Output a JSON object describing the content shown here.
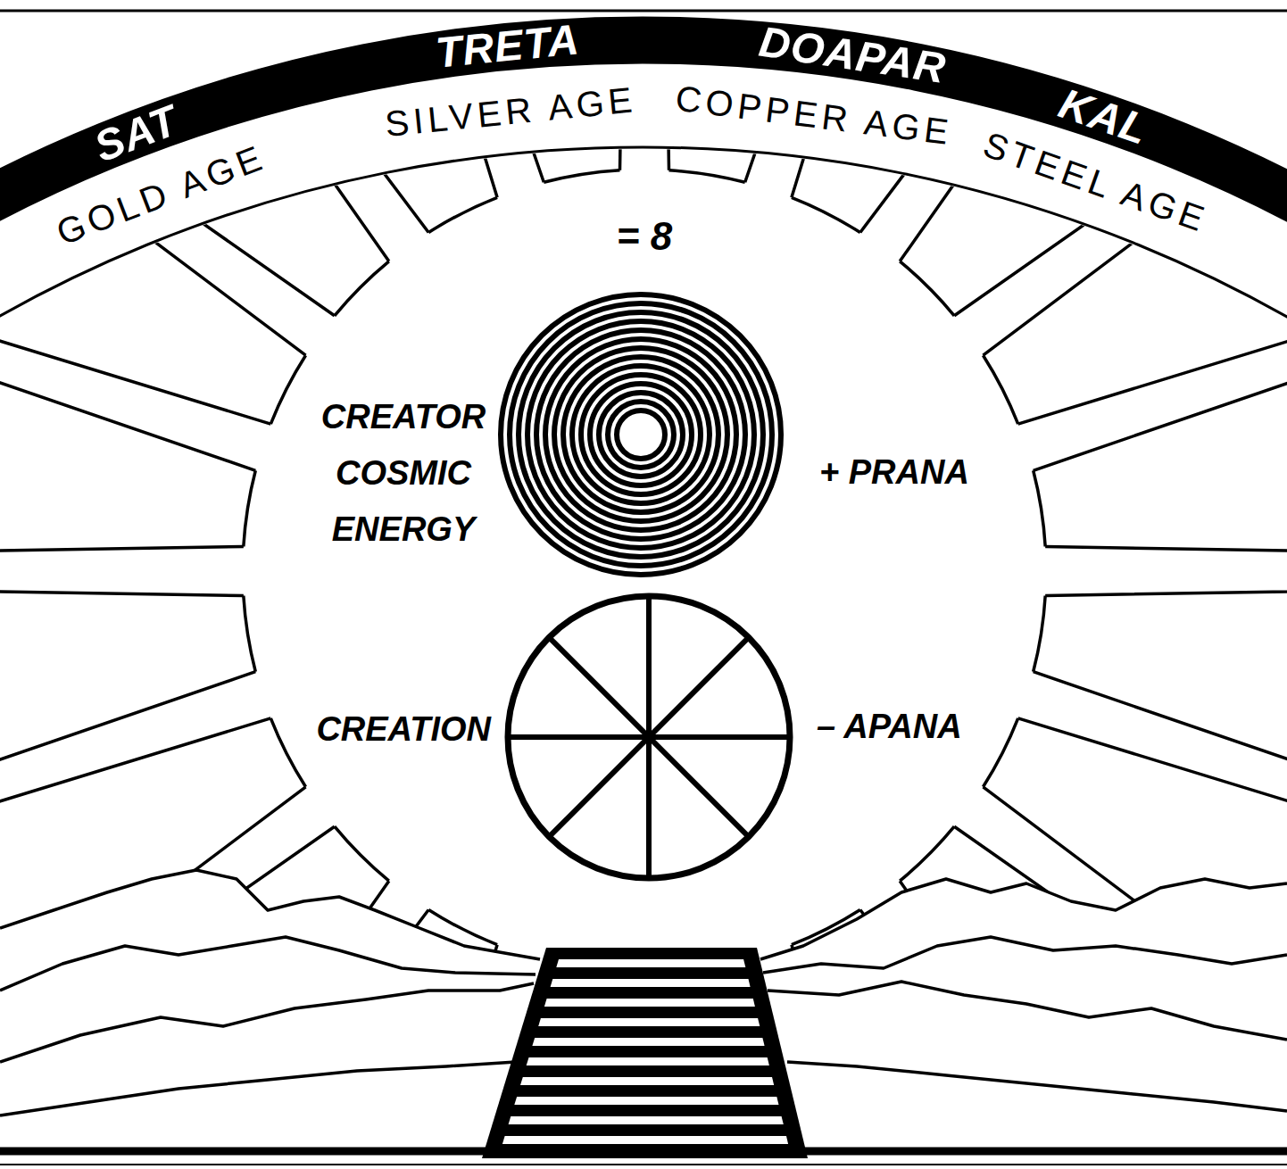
{
  "diagram": {
    "nodes": [
      {
        "text": [
          "SAT",
          "TRETA",
          "DOAPAR",
          "KAL"
        ]
      },
      {
        "text": [
          "GOLD AGE",
          "SILVER AGE",
          "COPPER AGE",
          "STEEL AGE"
        ]
      }
    ],
    "labels": [
      "= 8",
      "CREATOR COSMIC ENERGY",
      "+ PRANA",
      "CREATION",
      "– APANA"
    ]
  }
}
